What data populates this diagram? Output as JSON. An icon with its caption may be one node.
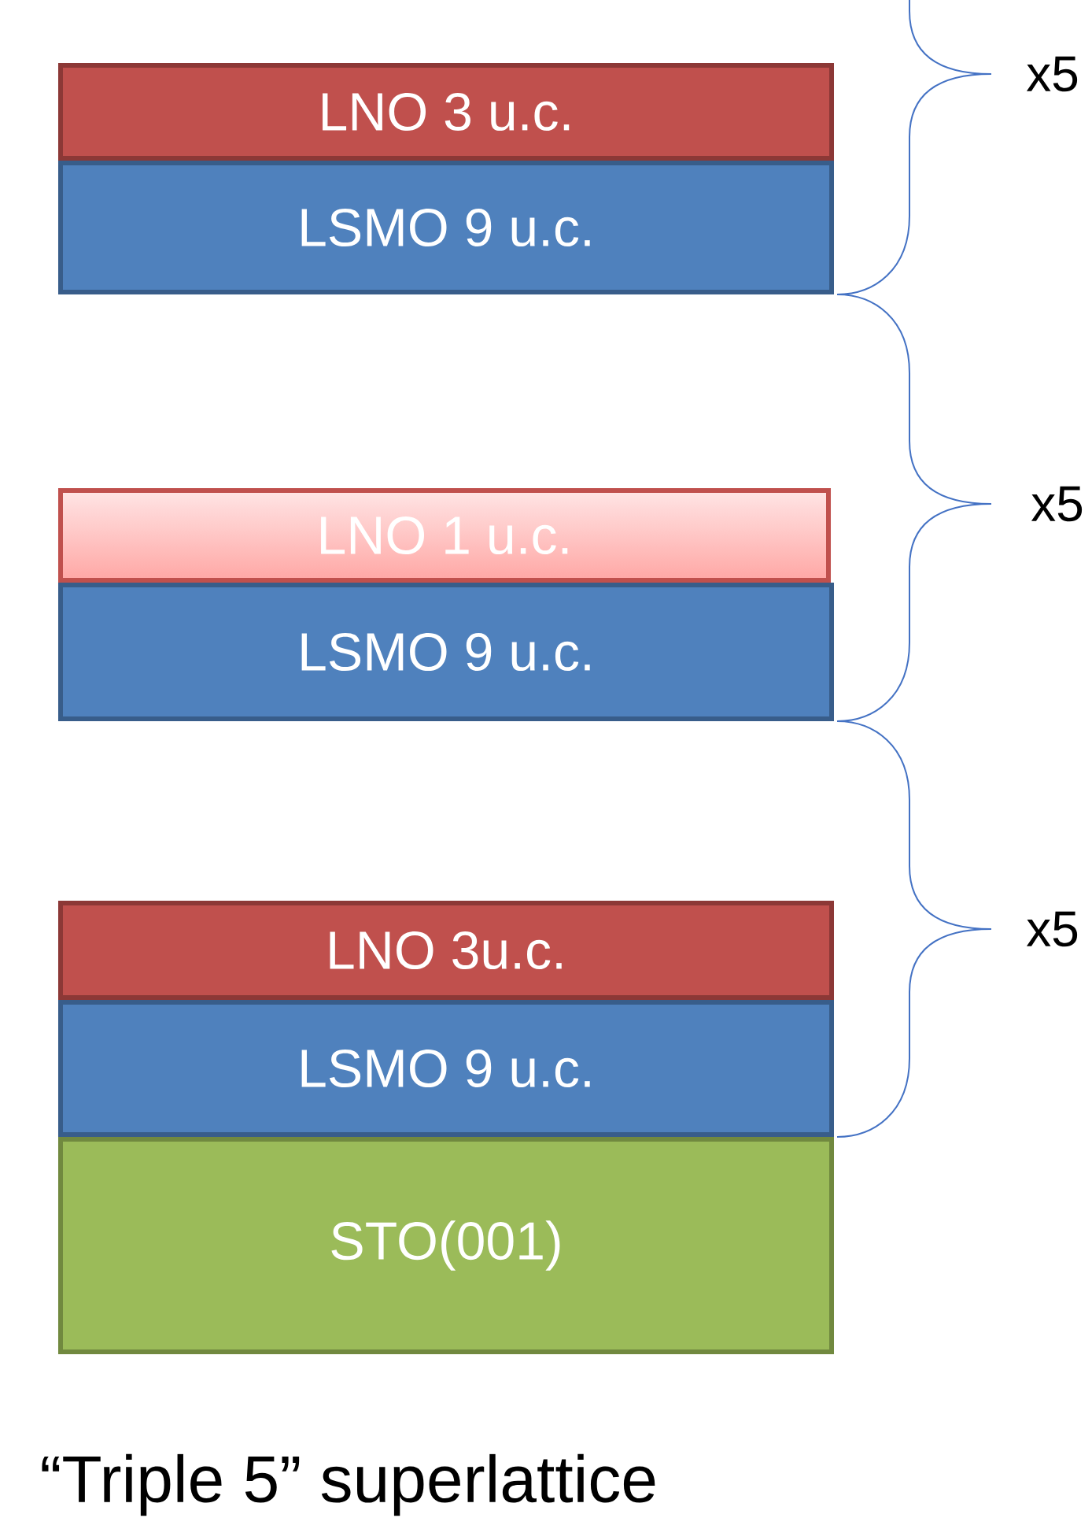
{
  "diagram": {
    "caption": "“Triple 5” superlattice",
    "nodes": [
      {
        "text": [
          "LNO  3 u.c."
        ]
      },
      {
        "text": [
          "LSMO 9 u.c."
        ]
      },
      {
        "text": [
          "LNO  1 u.c."
        ]
      },
      {
        "text": [
          "LSMO 9 u.c."
        ]
      },
      {
        "text": [
          "LNO  3u.c."
        ]
      },
      {
        "text": [
          "LSMO 9 u.c."
        ]
      },
      {
        "text": [
          "STO(001)"
        ]
      }
    ],
    "labels": [
      "x5",
      "x5",
      "x5"
    ]
  }
}
